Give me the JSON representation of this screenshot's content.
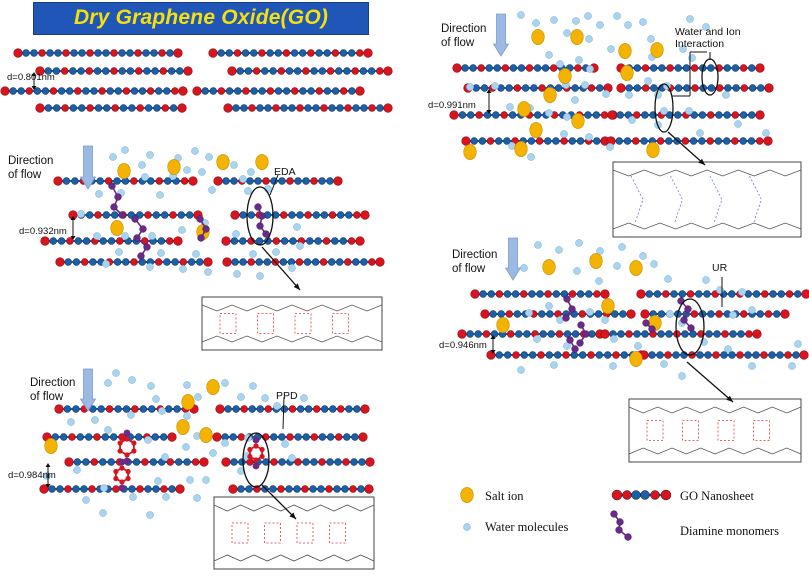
{
  "figure": {
    "title": "Dry Graphene Oxide(GO)",
    "direction_label_line1": "Direction",
    "direction_label_line2": "of flow",
    "panels": {
      "dry_go": {
        "spacing": "d=0.801nm"
      },
      "eda": {
        "spacing": "d=0.932nm",
        "label": "EDA"
      },
      "ppd": {
        "spacing": "d=0.984nm",
        "label": "PPD"
      },
      "water": {
        "spacing": "d=0.991nm",
        "label_line1": "Water and Ion",
        "label_line2": "Interaction"
      },
      "ur": {
        "spacing": "d=0.946nm",
        "label": "UR"
      }
    },
    "legend": {
      "salt_ion": "Salt ion",
      "water_molecules": "Water molecules",
      "go_nanosheet": "GO Nanosheet",
      "diamine_monomers": "Diamine monomers"
    },
    "colors": {
      "banner": "#1f56b8",
      "banner_text": "#f4e00f",
      "oxygen_red": "#d8141f",
      "carbon_blue": "#1d5fa6",
      "salt_ion": "#f4b300",
      "water": "#a9d3ee",
      "diamine": "#6a2a88",
      "arrow": "#9bb9e3"
    }
  }
}
